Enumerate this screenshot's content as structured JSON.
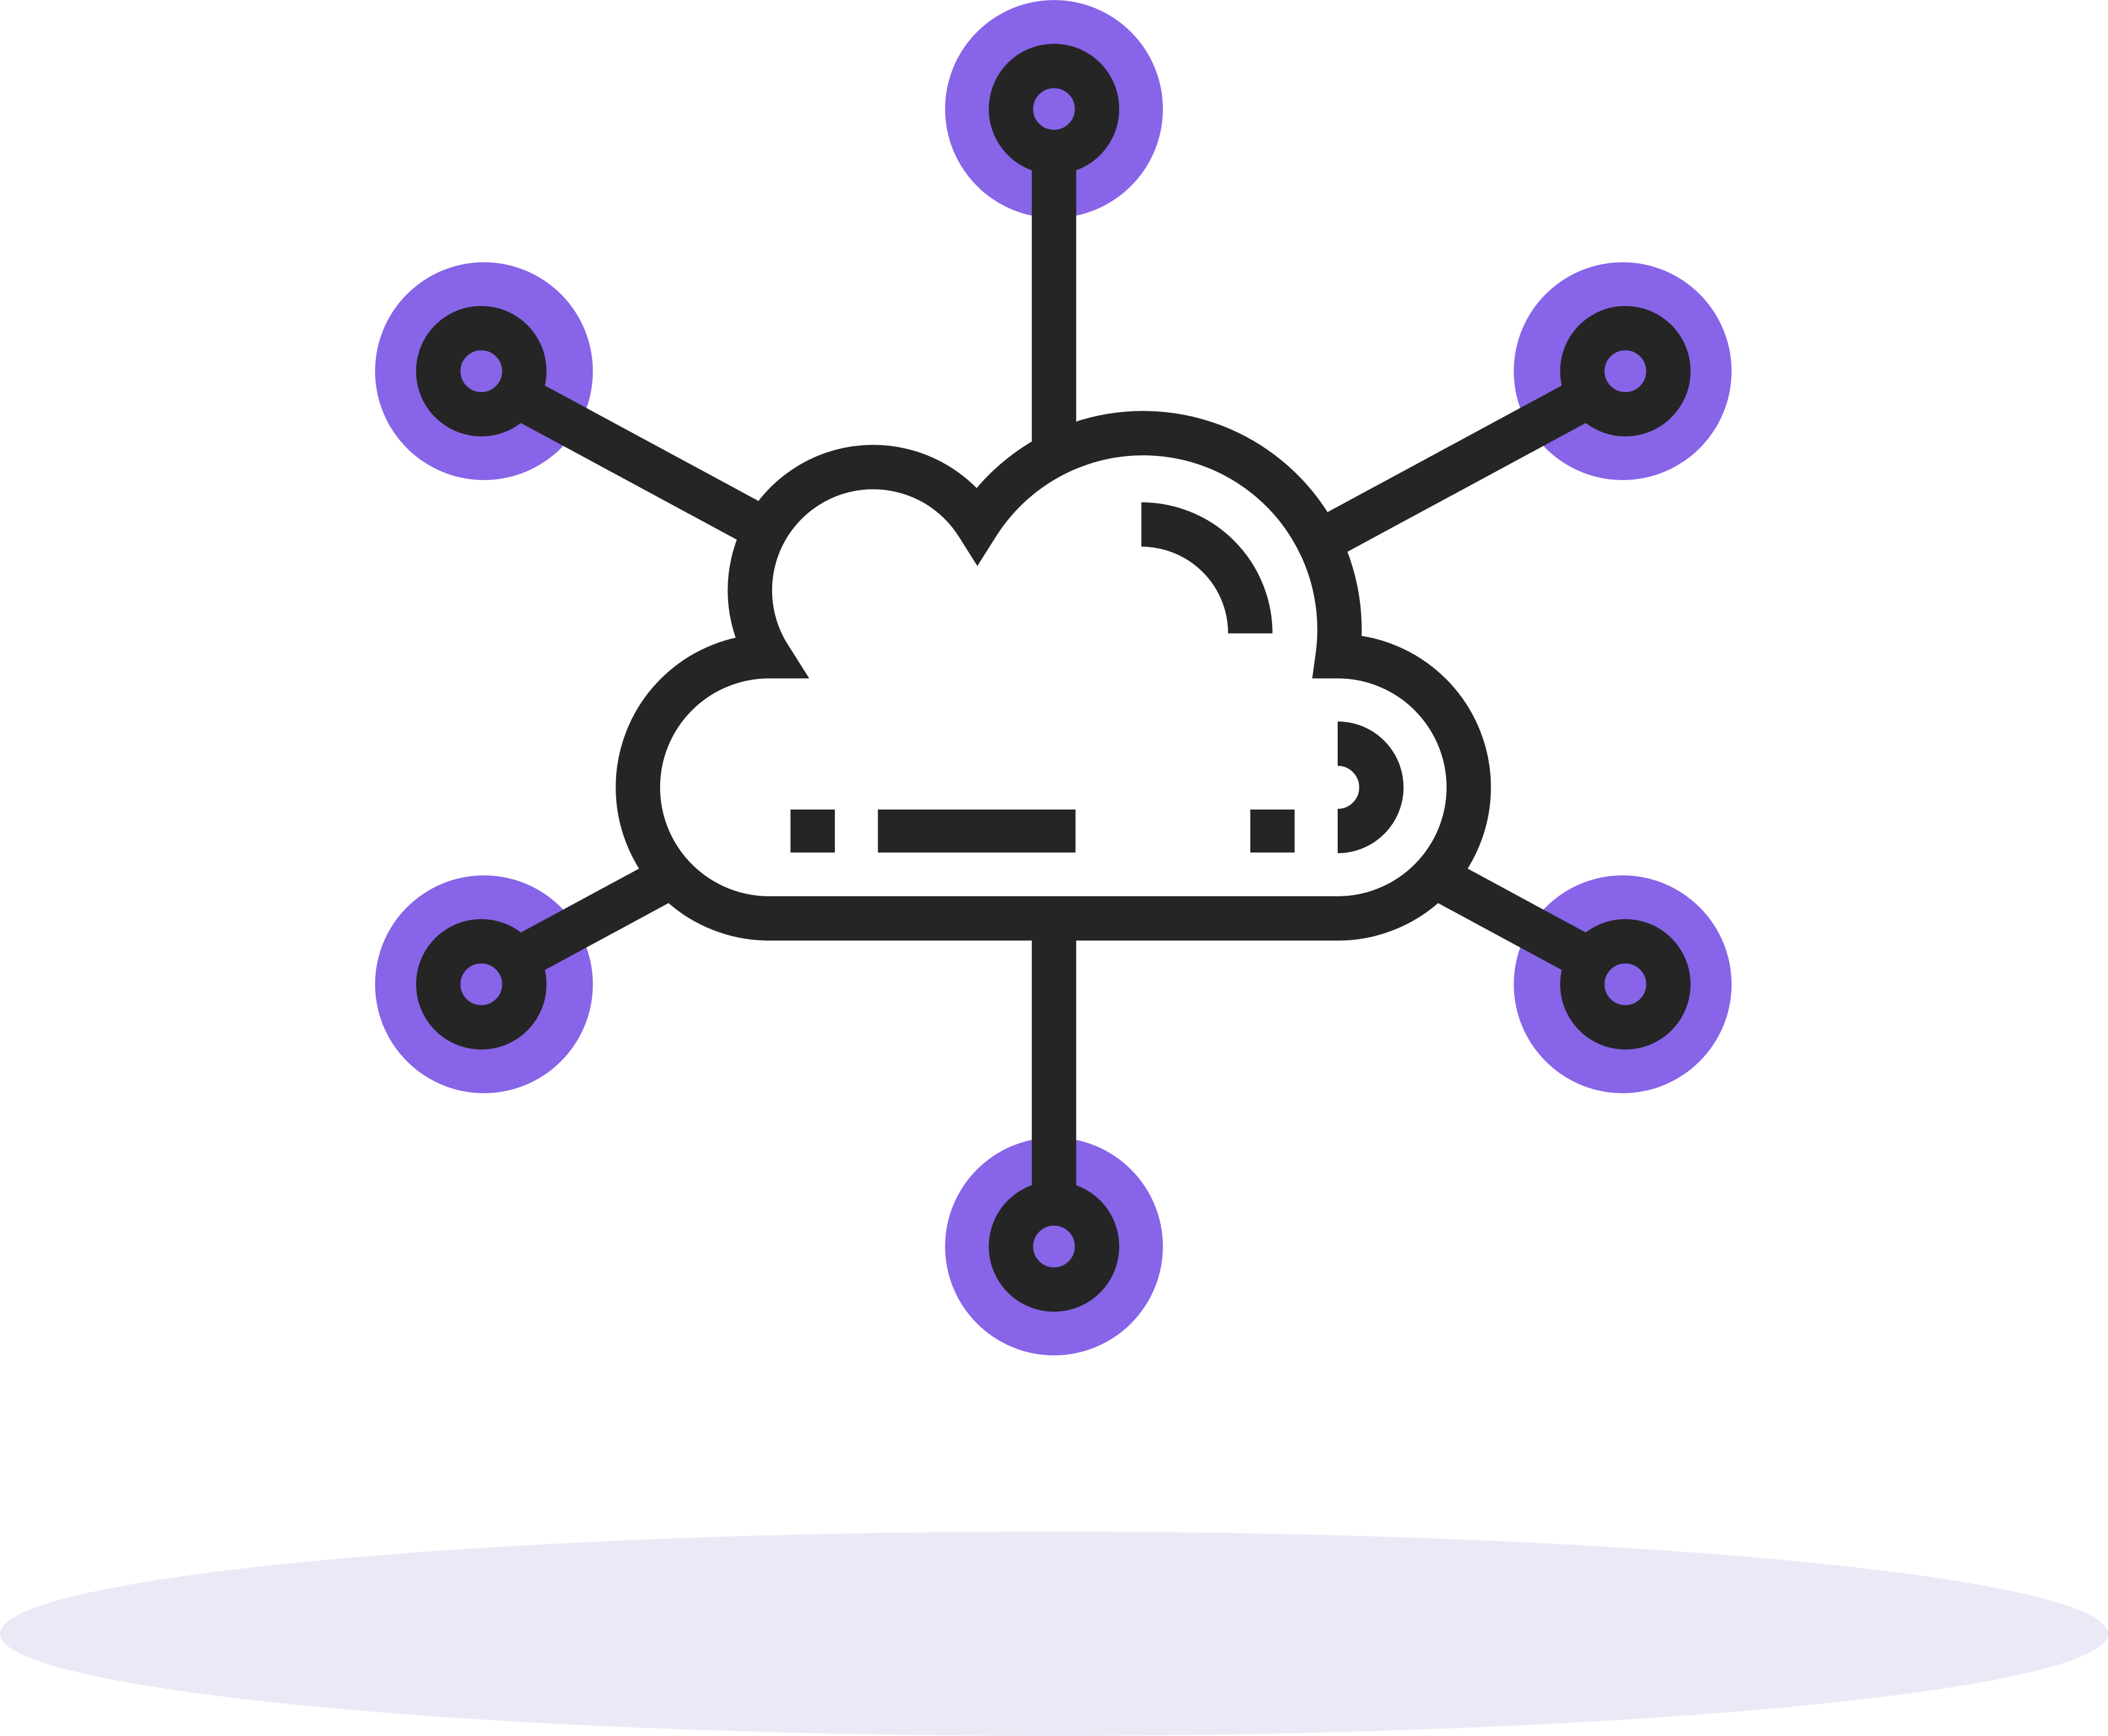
{
  "illustration": {
    "subject": "cloud-network-icon",
    "colors": {
      "accent": "#8764E8",
      "stroke": "#252525",
      "fill": "#FFFFFF",
      "shadow": "#ECE9F7",
      "background": "#FFFFFF"
    },
    "nodes": [
      {
        "id": "top",
        "icon": "node-circle-icon"
      },
      {
        "id": "upper-left",
        "icon": "node-circle-icon"
      },
      {
        "id": "upper-right",
        "icon": "node-circle-icon"
      },
      {
        "id": "lower-left",
        "icon": "node-circle-icon"
      },
      {
        "id": "lower-right",
        "icon": "node-circle-icon"
      },
      {
        "id": "bottom",
        "icon": "node-circle-icon"
      }
    ]
  }
}
